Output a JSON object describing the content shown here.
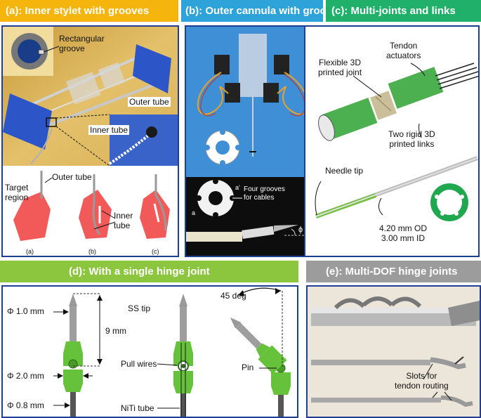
{
  "headers": {
    "a": "(a): Inner stylet with grooves",
    "b": "(b): Outer cannula with grooves",
    "c": "(c): Multi-joints and links",
    "d": "(d): With a single hinge joint",
    "e": "(e): Multi-DOF hinge joints"
  },
  "colors": {
    "header_a": "#f5b50d",
    "header_b": "#2ea3d9",
    "header_c": "#20b06a",
    "header_d": "#8cc63f",
    "header_e": "#9c9c9c",
    "panel_border": "#1f3f95",
    "tissue": "#f25a5a",
    "link_green": "#4caf50"
  },
  "panel_a": {
    "rect_groove": "Rectangular\ngroove",
    "outer_tube_photo": "Outer tube",
    "inner_tube_photo": "Inner tube",
    "outer_tube": "Outer tube",
    "target_region": "Target\nregion",
    "inner_tube": "Inner\ntube",
    "sub_a": "(a)",
    "sub_b": "(b)",
    "sub_c": "(c)"
  },
  "panel_b": {
    "grooves": "Four grooves\nfor cables",
    "label_a_prime": "a'",
    "label_a": "a",
    "label_phi": "ϕ"
  },
  "panel_c": {
    "tendon": "Tendon\nactuators",
    "flex_joint": "Flexible 3D\nprinted joint",
    "rigid_links": "Two rigid 3D\nprinted links",
    "needle_tip": "Needle tip",
    "dims": "4.20 mm OD\n3.00 mm ID"
  },
  "panel_d": {
    "phi1": "Φ 1.0 mm",
    "phi2": "Φ 2.0 mm",
    "phi08": "Φ 0.8 mm",
    "nine_mm": "9 mm",
    "ss_tip": "SS tip",
    "pull_wires": "Pull wires",
    "niti": "NiTi tube",
    "deg": "45 deg",
    "pin": "Pin"
  },
  "panel_e": {
    "slots": "Slots for\ntendon routing"
  }
}
